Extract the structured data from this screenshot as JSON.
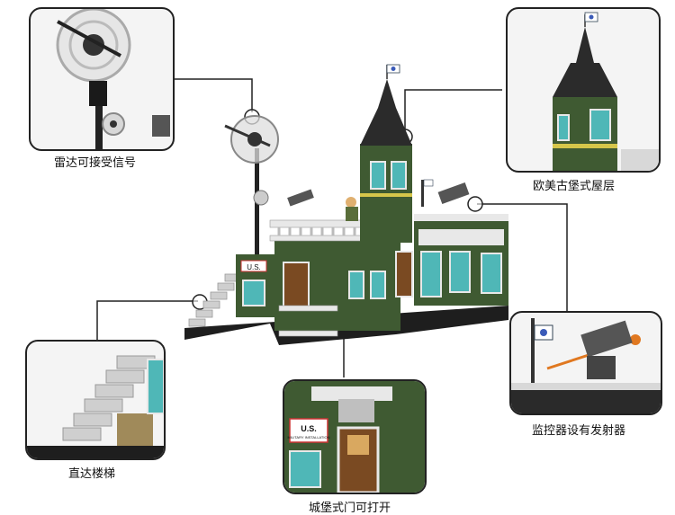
{
  "callouts": {
    "radar": {
      "label": "雷达可接受信号"
    },
    "castle_roof": {
      "label": "欧美古堡式屋层"
    },
    "launcher": {
      "label": "监控器设有发射器"
    },
    "stairs": {
      "label": "直达楼梯"
    },
    "door": {
      "label": "城堡式门可打开"
    }
  },
  "signs": {
    "us_sign": "U.S.",
    "us_sign_sub": "MILITARY INSTALLATION"
  },
  "colors": {
    "wall_green": "#3f5a32",
    "roof_dark": "#2b2b2b",
    "door_brown": "#7a4a22",
    "window_teal": "#4fb7b7",
    "baseplate": "#1e1e1e",
    "rail_white": "#e8e8e8"
  }
}
